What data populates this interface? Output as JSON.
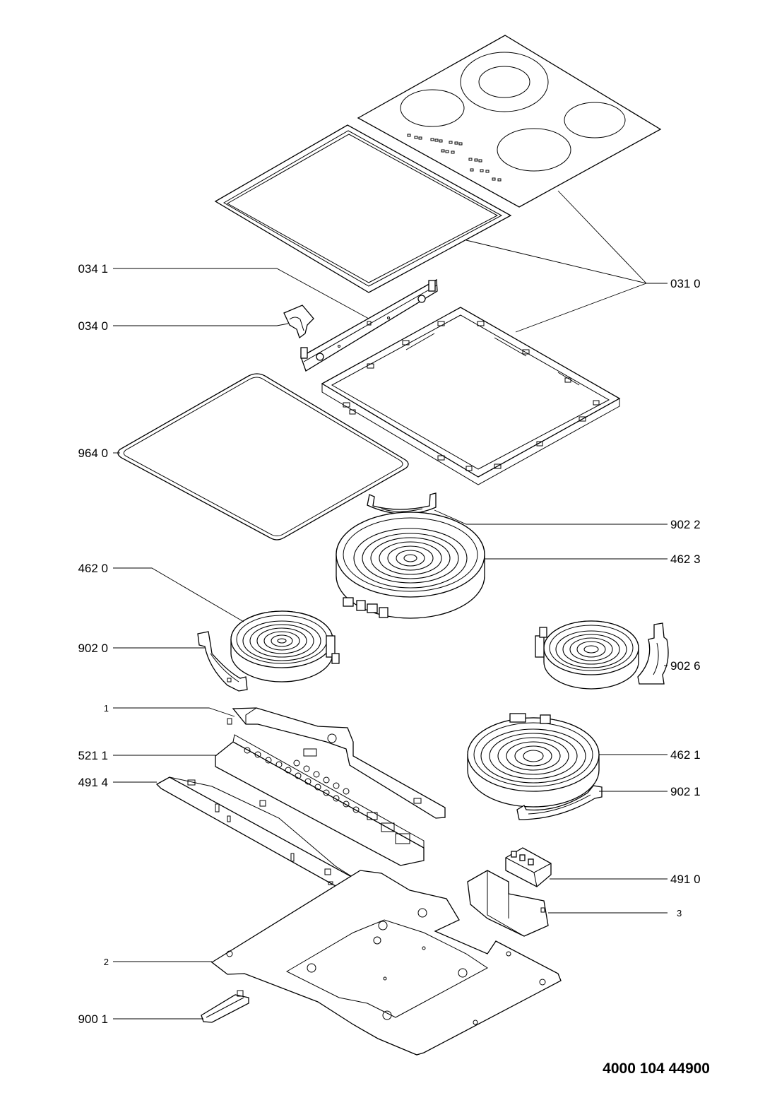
{
  "drawing": {
    "document_number": "4000 104 44900"
  },
  "labels": {
    "l0341": "034 1",
    "l0340": "034 0",
    "l9640": "964 0",
    "l4620": "462 0",
    "l9020": "902 0",
    "l1": "1",
    "l5211": "521 1",
    "l4914": "491 4",
    "l2": "2",
    "l9001": "900 1",
    "l0310": "031 0",
    "l9022": "902 2",
    "l4623": "462 3",
    "l9026": "902 6",
    "l4621": "462 1",
    "l9021": "902 1",
    "l4910": "491 0",
    "l3": "3"
  }
}
